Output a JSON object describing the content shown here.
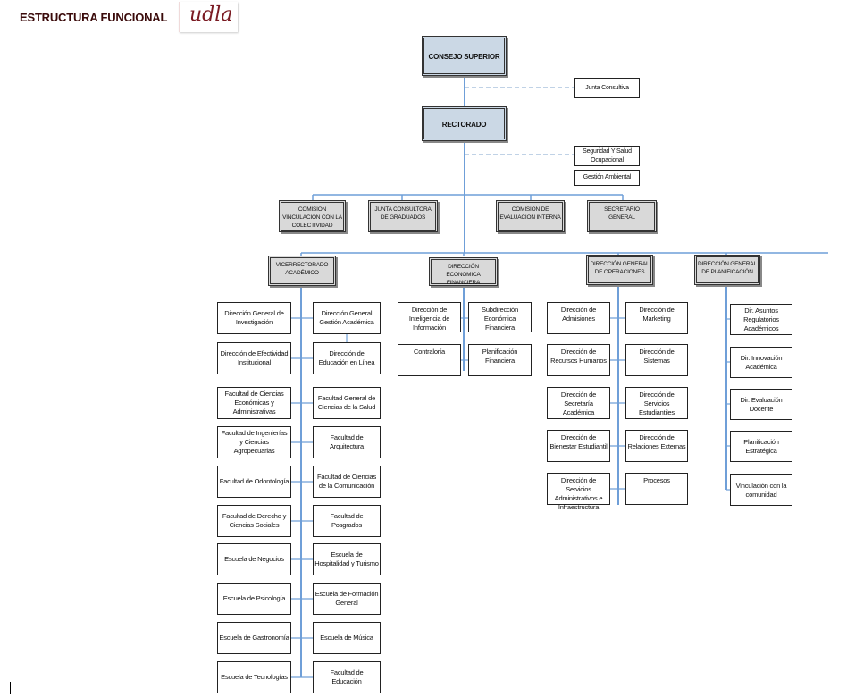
{
  "header": {
    "title": "ESTRUCTURA FUNCIONAL",
    "logo_text": "udla"
  },
  "top": {
    "consejo": "CONSEJO SUPERIOR",
    "junta_consultiva": "Junta Consultiva",
    "rectorado": "RECTORADO",
    "seguridad": "Seguridad Y Salud Ocupacional",
    "gestion_ambiental": "Gestión Ambiental"
  },
  "committees": [
    "COMISIÓN VINCULACION CON LA COLECTIVIDAD",
    "JUNTA CONSULTORA DE GRADUADOS",
    "COMISIÓN DE EVALUACIÓN INTERNA",
    "SECRETARIO GENERAL"
  ],
  "branches": [
    {
      "head": "VICERRECTORADO ACADÉMICO",
      "left": [
        "Dirección General de Investigación",
        "Dirección de Efectividad Institucional",
        "Facultad de Ciencias Económicas y Administrativas",
        "Facultad de Ingenierías y Ciencias Agropecuarias",
        "Facultad de Odontología",
        "Facultad de Derecho y Ciencias Sociales",
        "Escuela de Negocios",
        "Escuela de Psicología",
        "Escuela de Gastronomía",
        "Escuela de Tecnologías"
      ],
      "right": [
        "Dirección General Gestión Académica",
        "Dirección de Educación en Línea",
        "Facultad General de Ciencias de la Salud",
        "Facultad de Arquitectura",
        "Facultad de Ciencias de la Comunicación",
        "Facultad de Posgrados",
        "Escuela de Hospitalidad y Turismo",
        "Escuela de Formación General",
        "Escuela de Música",
        "Facultad de Educación"
      ]
    },
    {
      "head": "DIRECCIÓN ECONOMICA FINANCIERA",
      "left": [
        "Dirección de Inteligencia de Información",
        "Contraloría"
      ],
      "right": [
        "Subdirección Económica Financiera",
        "Planificación Financiera"
      ]
    },
    {
      "head": "DIRECCIÓN GENERAL DE OPERACIONES",
      "left": [
        "Dirección de Admisiones",
        "Dirección de Recursos Humanos",
        "Dirección de Secretaría Académica",
        "Dirección de Bienestar Estudiantil",
        "Dirección de Servicios Administrativos e Infraestructura"
      ],
      "right": [
        "Dirección de Marketing",
        "Dirección de Sistemas",
        "Dirección de Servicios Estudiantiles",
        "Dirección de Relaciones Externas",
        "Procesos"
      ]
    },
    {
      "head": "DIRECCIÓN GENERAL DE PLANIFICACIÓN",
      "left": [
        "Dir. Asuntos Regulatorios Académicos",
        "Dir. Innovación Académica",
        "Dir. Evaluación Docente",
        "Planificación Estratégica",
        "Vinculación con la comunidad"
      ],
      "right": []
    }
  ],
  "colors": {
    "line": "#6f9fd8",
    "title": "#3a0a0a",
    "top_fill": "#cbd8e5",
    "gray_fill": "#d9d9d9"
  }
}
